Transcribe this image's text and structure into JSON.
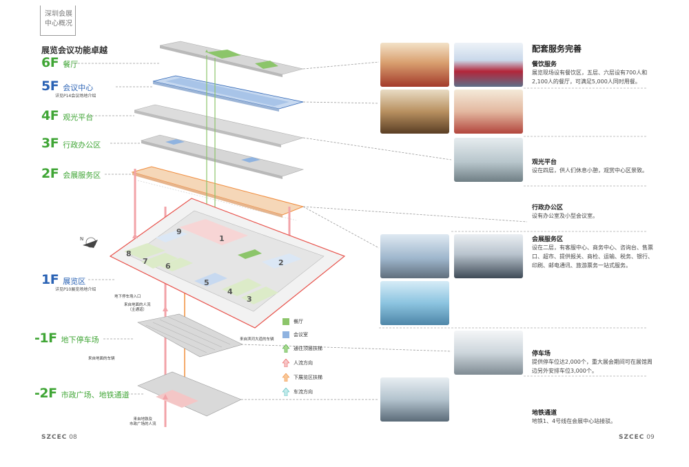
{
  "corner_tag": {
    "line1": "深圳会展",
    "line2": "中心概况"
  },
  "section_title": "展览会议功能卓越",
  "floors": {
    "f6": {
      "num": "6F",
      "label": "餐厅"
    },
    "f5": {
      "num": "5F",
      "label": "会议中心",
      "sub": "详见P14会议场地介绍"
    },
    "f4": {
      "num": "4F",
      "label": "观光平台"
    },
    "f3": {
      "num": "3F",
      "label": "行政办公区"
    },
    "f2": {
      "num": "2F",
      "label": "会展服务区"
    },
    "f1": {
      "num": "1F",
      "label": "展览区",
      "sub": "详见P10展览场地介绍"
    },
    "b1": {
      "num": "-1F",
      "label": "地下停车场"
    },
    "b2": {
      "num": "-2F",
      "label": "市政广场、地铁通道"
    }
  },
  "callouts": {
    "parking_entry": "地下停车场入口",
    "ground_people_1": "来自地面的人流",
    "ground_people_2": "（主通道）",
    "binhe_vehicles": "来自滨河大道的车辆",
    "ground_vehicles": "来自地面的车辆",
    "metro_people_1": "来自地铁及",
    "metro_people_2": "市政广场的人流"
  },
  "hall_labels": [
    "1",
    "2",
    "3",
    "4",
    "5",
    "6",
    "7",
    "8",
    "9"
  ],
  "legend": {
    "restaurant": "餐厅",
    "meeting": "会议室",
    "to_top_escalator": "通往顶层扶梯",
    "people_flow": "人流方向",
    "down_escalator": "下展览区扶梯",
    "vehicle_flow": "车流方向"
  },
  "colors": {
    "green": "#3fa535",
    "blue": "#2a62b4",
    "restaurant": "#8cc56a",
    "meeting": "#8fb3e0",
    "people_flow": "#f2a3a8",
    "escalator_down": "#f4a968",
    "vehicle_flow": "#98d6d6"
  },
  "right_title": "配套服务完善",
  "services": {
    "dining": {
      "title": "餐饮服务",
      "text": "展览现场设有餐饮区，五层、六层设有700人和2,100人的餐厅，可满足5,000人同时用餐。"
    },
    "observation": {
      "title": "观光平台",
      "text": "设在四层，供人们休息小憩，观赏中心区景致。"
    },
    "admin": {
      "title": "行政办公区",
      "text": "设有办公室及小型会议室。"
    },
    "expo_service": {
      "title": "会展服务区",
      "text": "设在二层，有客服中心、商务中心、咨询台、售票口、超市、提供报关、商检、运输、税务、银行、印刷、邮电通讯、旅游票务一站式服务。"
    },
    "parking": {
      "title": "停车场",
      "text": "提供停车位达2,000个，重大展会期间可在展馆周边另外安排车位3,000个。"
    },
    "metro": {
      "title": "地铁通道",
      "text": "地铁1、4号线在会展中心站接驳。"
    }
  },
  "footer": {
    "left_brand": "SZCEC",
    "left_page": "08",
    "right_brand": "SZCEC",
    "right_page": "09"
  }
}
